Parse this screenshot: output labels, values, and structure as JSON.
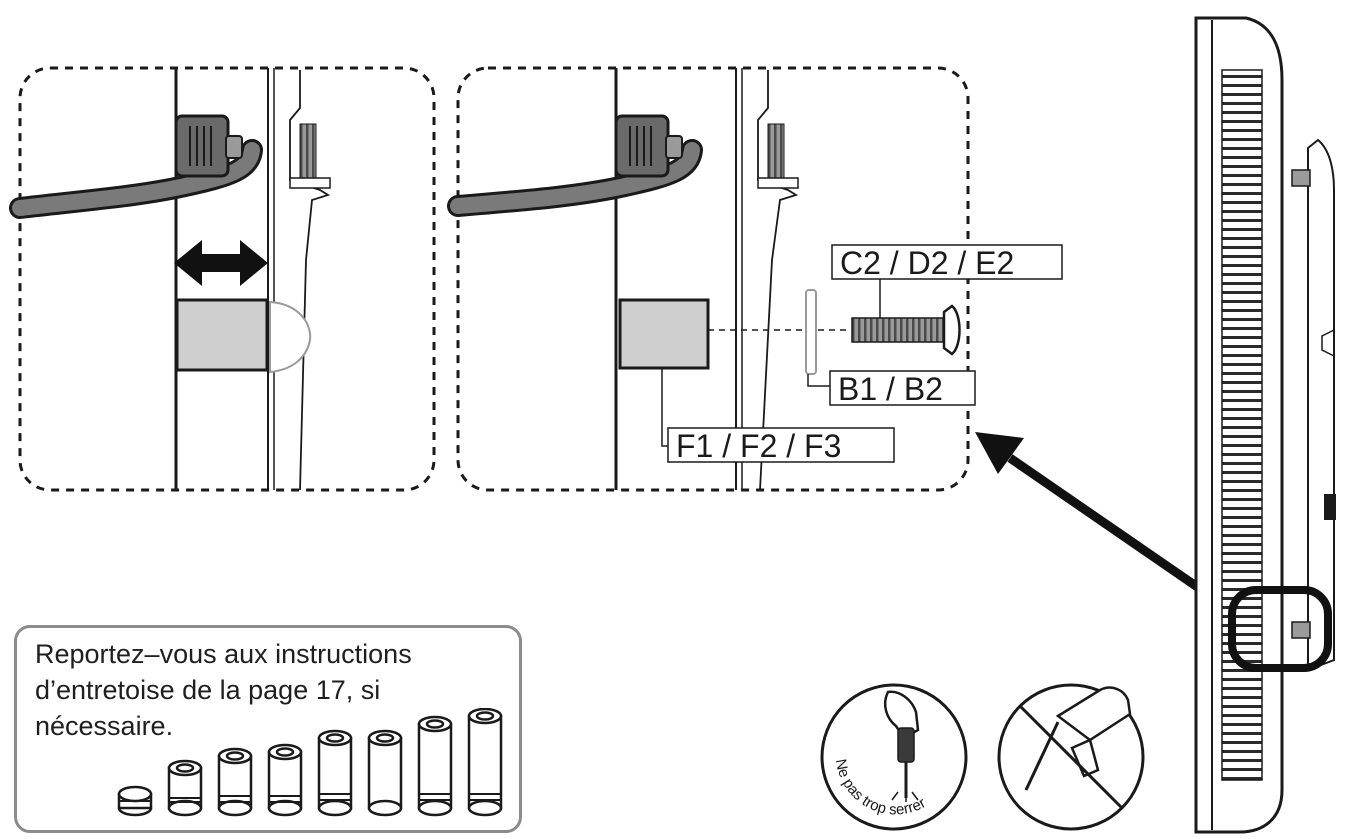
{
  "labels": {
    "screw": "C2 / D2 / E2",
    "washer": "B1 / B2",
    "spacer": "F1 / F2 / F3",
    "no_overtighten": "Ne pas trop serrer"
  },
  "note": {
    "line1": "Reportez–vous aux instructions",
    "line2": "d’entretoise de la page 17, si",
    "line3": "nécessaire."
  },
  "icons": {
    "left_detail": "cable-gap-detail",
    "right_detail": "spacer-screw-detail",
    "side_view": "tv-side-view",
    "arrow": "pointer-arrow",
    "ok_tool": "hand-screwdriver-icon",
    "no_tool": "no-power-drill-icon",
    "spacers": "spacer-set-icon"
  },
  "colors": {
    "stroke": "#1a1a1a",
    "gray_fill": "#cfcfcf",
    "cable": "#7a7a7a",
    "note_border": "#8c8c8c"
  }
}
